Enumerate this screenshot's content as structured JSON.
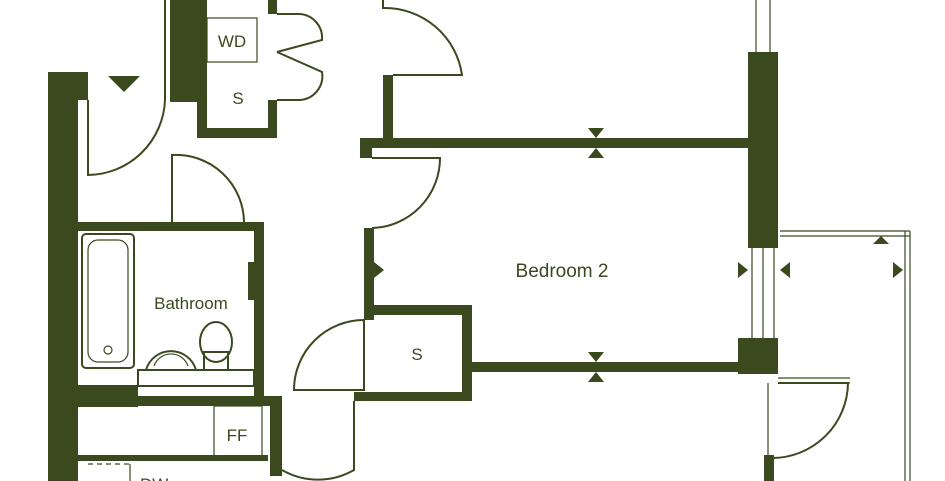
{
  "rooms": {
    "bedroom2": "Bedroom 2",
    "bathroom": "Bathroom"
  },
  "fixtures": {
    "wd": "WD",
    "storage_top": "S",
    "storage_mid": "S",
    "ff": "FF",
    "dw": "DW"
  },
  "colors": {
    "wall": "#3a4a1e",
    "background": "#ffffff"
  },
  "icons": {
    "entrance": "entrance-arrow-icon",
    "door": "door-swing-icon",
    "window": "window-marker-icon"
  }
}
